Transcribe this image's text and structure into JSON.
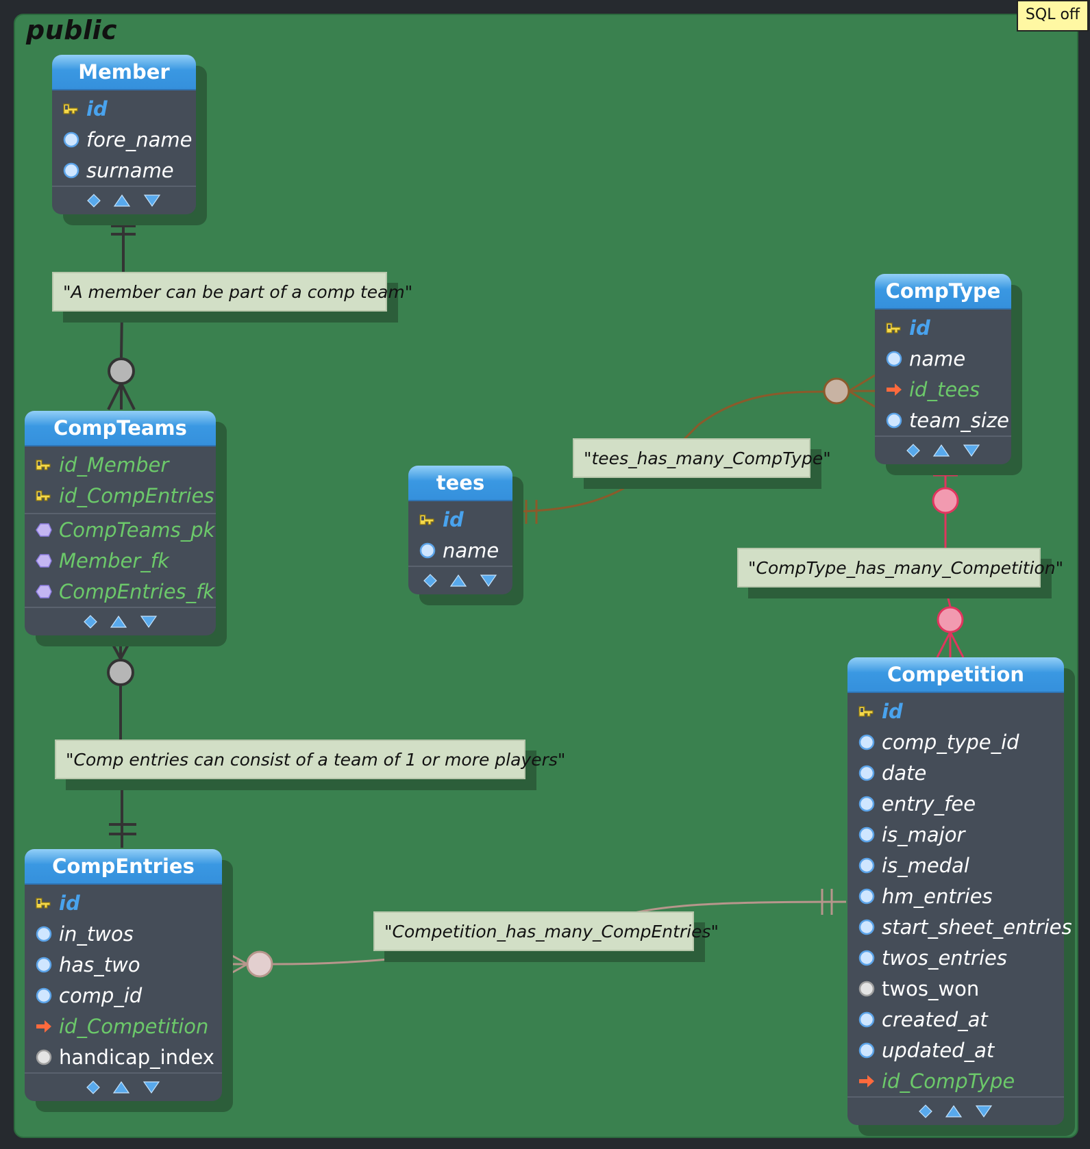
{
  "toolbar": {
    "sql_toggle_label": "SQL off"
  },
  "schema": {
    "name": "public"
  },
  "entities": {
    "member": {
      "name": "Member",
      "columns": [
        {
          "name": "id",
          "kind": "pk"
        },
        {
          "name": "fore_name",
          "kind": "col"
        },
        {
          "name": "surname",
          "kind": "col"
        }
      ]
    },
    "compteams": {
      "name": "CompTeams",
      "columns": [
        {
          "name": "id_Member",
          "kind": "pk-member"
        },
        {
          "name": "id_CompEntries",
          "kind": "pk-member"
        }
      ],
      "indexes": [
        {
          "name": "CompTeams_pk"
        },
        {
          "name": "Member_fk"
        },
        {
          "name": "CompEntries_fk"
        }
      ]
    },
    "tees": {
      "name": "tees",
      "columns": [
        {
          "name": "id",
          "kind": "pk"
        },
        {
          "name": "name",
          "kind": "col"
        }
      ]
    },
    "comptype": {
      "name": "CompType",
      "columns": [
        {
          "name": "id",
          "kind": "pk"
        },
        {
          "name": "name",
          "kind": "col"
        },
        {
          "name": "id_tees",
          "kind": "fk"
        },
        {
          "name": "team_size",
          "kind": "col"
        }
      ]
    },
    "compentries": {
      "name": "CompEntries",
      "columns": [
        {
          "name": "id",
          "kind": "pk"
        },
        {
          "name": "in_twos",
          "kind": "col"
        },
        {
          "name": "has_two",
          "kind": "col"
        },
        {
          "name": "comp_id",
          "kind": "col"
        },
        {
          "name": "id_Competition",
          "kind": "fk"
        },
        {
          "name": "handicap_index",
          "kind": "nullable"
        }
      ]
    },
    "competition": {
      "name": "Competition",
      "columns": [
        {
          "name": "id",
          "kind": "pk"
        },
        {
          "name": "comp_type_id",
          "kind": "col"
        },
        {
          "name": "date",
          "kind": "col"
        },
        {
          "name": "entry_fee",
          "kind": "col"
        },
        {
          "name": "is_major",
          "kind": "col"
        },
        {
          "name": "is_medal",
          "kind": "col"
        },
        {
          "name": "hm_entries",
          "kind": "col"
        },
        {
          "name": "start_sheet_entries",
          "kind": "col"
        },
        {
          "name": "twos_entries",
          "kind": "col"
        },
        {
          "name": "twos_won",
          "kind": "nullable"
        },
        {
          "name": "created_at",
          "kind": "col"
        },
        {
          "name": "updated_at",
          "kind": "col"
        },
        {
          "name": "id_CompType",
          "kind": "fk"
        }
      ]
    }
  },
  "relationships": [
    {
      "label": "\"A member can be part of a comp team\"",
      "from": "Member",
      "to": "CompTeams",
      "color": "#333333"
    },
    {
      "label": "\"Comp entries can consist of a team of 1 or more players\"",
      "from": "CompEntries",
      "to": "CompTeams",
      "color": "#333333"
    },
    {
      "label": "\"tees_has_many_CompType\"",
      "from": "tees",
      "to": "CompType",
      "color": "#8b5a2b"
    },
    {
      "label": "\"CompType_has_many_Competition\"",
      "from": "CompType",
      "to": "Competition",
      "color": "#e0355e"
    },
    {
      "label": "\"Competition_has_many_CompEntries\"",
      "from": "Competition",
      "to": "CompEntries",
      "color": "#b7968c"
    }
  ],
  "colors": {
    "canvas": "#3a814f",
    "entity_body": "#454d58",
    "header_blue": "#3a98e2",
    "pk_text": "#49a3ee",
    "fk_text": "#6cc96a",
    "note_bg": "#d2dfc6",
    "sql_toggle_bg": "#fff8a3"
  }
}
